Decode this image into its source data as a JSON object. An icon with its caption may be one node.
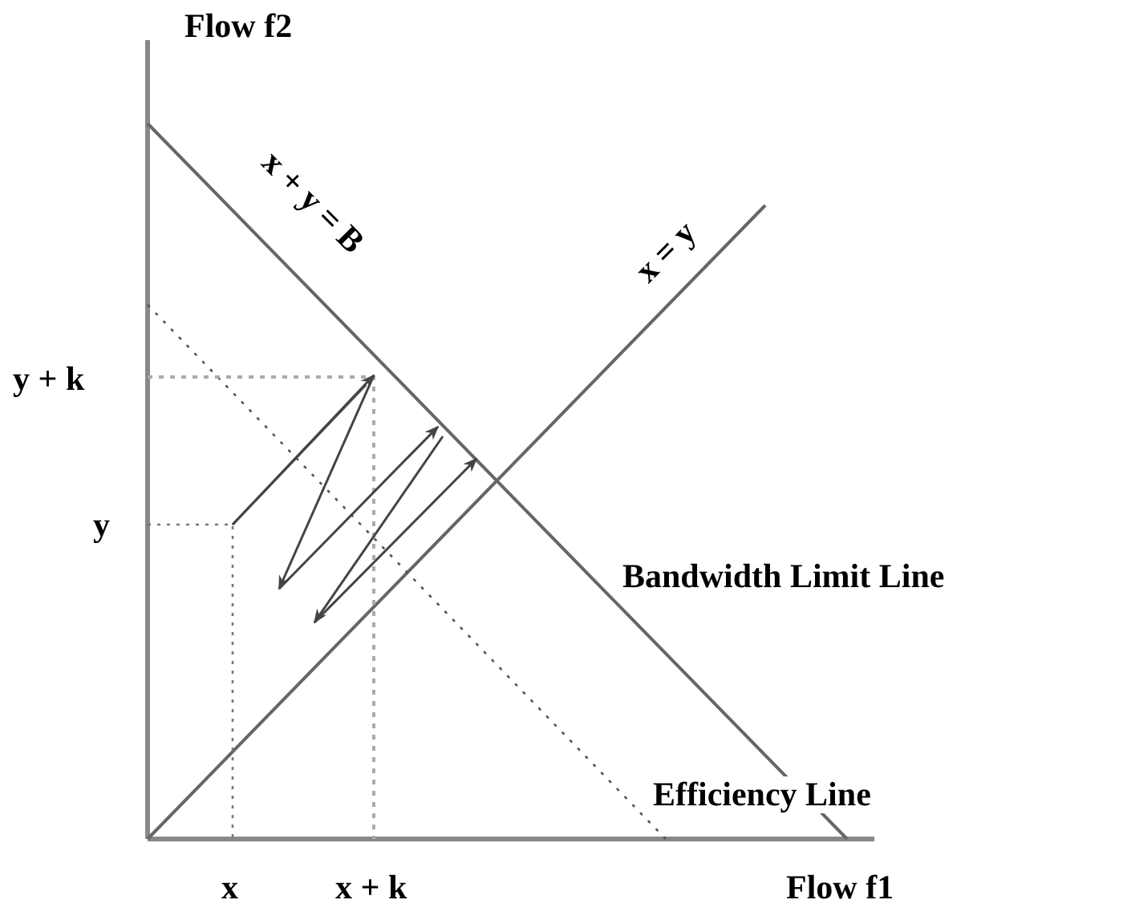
{
  "diagram": {
    "labels": [
      "Flow f2",
      "x + y = B",
      "x = y",
      "y + k",
      "y",
      "Bandwidth Limit Line",
      "Efficiency Line",
      "x",
      "x + k",
      "Flow f1"
    ]
  }
}
